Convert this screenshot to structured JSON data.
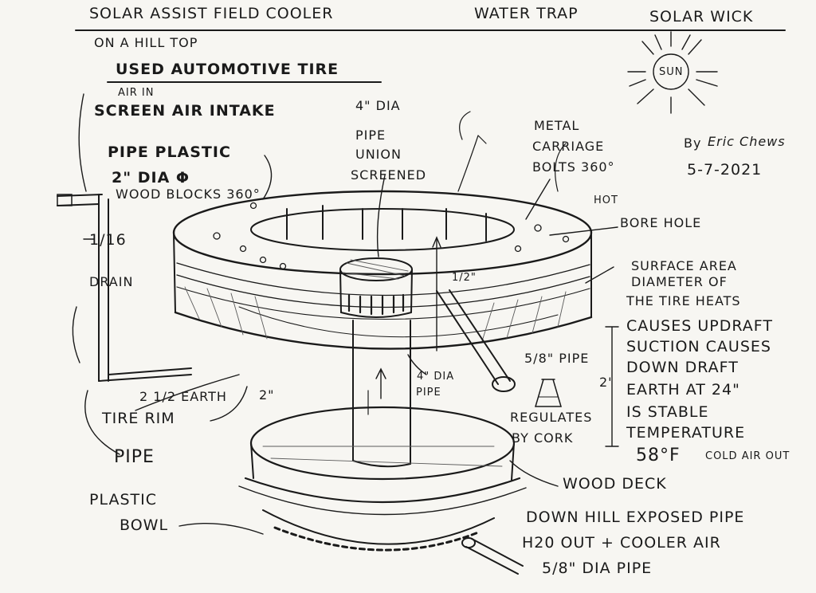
{
  "header": {
    "title": "SOLAR ASSIST FIELD COOLER",
    "water_trap": "WATER TRAP",
    "solar_wick": "SOLAR WICK",
    "subtitle": "ON A HILL TOP"
  },
  "labels": {
    "used_tire": "USED AUTOMOTIVE TIRE",
    "air_in": "AIR IN",
    "screen_air_intake": "SCREEN AIR INTAKE",
    "pipe_dia_4": "4\" DIA",
    "pipe_union": "PIPE",
    "union": "UNION",
    "screened": "SCREENED",
    "metal": "METAL",
    "carriage": "CARRIAGE",
    "bolts": "BOLTS 360°",
    "pipe_plastic": "PIPE PLASTIC",
    "dia_2": "2\" DIA Φ",
    "wood_blocks": "WOOD BLOCKS 360°",
    "drain_frac": "1/16",
    "drain": "DRAIN",
    "hot": "HOT",
    "bore_hole": "BORE HOLE",
    "half_inch": "1/2\"",
    "pipe_5_8": "5/8\" PIPE",
    "dia_4_pipe": "4\" DIA",
    "pipe_word": "PIPE",
    "two_half_earth": "2 1/2 EARTH",
    "tire_rim": "TIRE RIM",
    "two_inch": "2\"",
    "pipe": "PIPE",
    "regulates": "REGULATES",
    "by_cork": "BY CORK",
    "two_ft": "2'",
    "plastic": "PLASTIC",
    "bowl": "BOWL",
    "wood_deck": "WOOD DECK",
    "down_hill": "DOWN HILL EXPOSED PIPE",
    "h2o_out": "H20 OUT + COOLER AIR",
    "dia_5_8_pipe": "5/8\" DIA PIPE",
    "sun": "SUN"
  },
  "notes": [
    "SURFACE AREA",
    "DIAMETER OF",
    "THE TIRE HEATS",
    "CAUSES UPDRAFT",
    "SUCTION CAUSES",
    "DOWN DRAFT",
    "EARTH AT 24\"",
    "IS STABLE",
    "TEMPERATURE"
  ],
  "cold_air": {
    "temp": "58°F",
    "text": "COLD AIR OUT"
  },
  "signature": {
    "by": "By",
    "name": "Eric Chews",
    "date": "5-7-2021"
  },
  "colors": {
    "ink": "#1a1a1a",
    "paper": "#f7f6f2",
    "shade": "#5a5a5a"
  }
}
